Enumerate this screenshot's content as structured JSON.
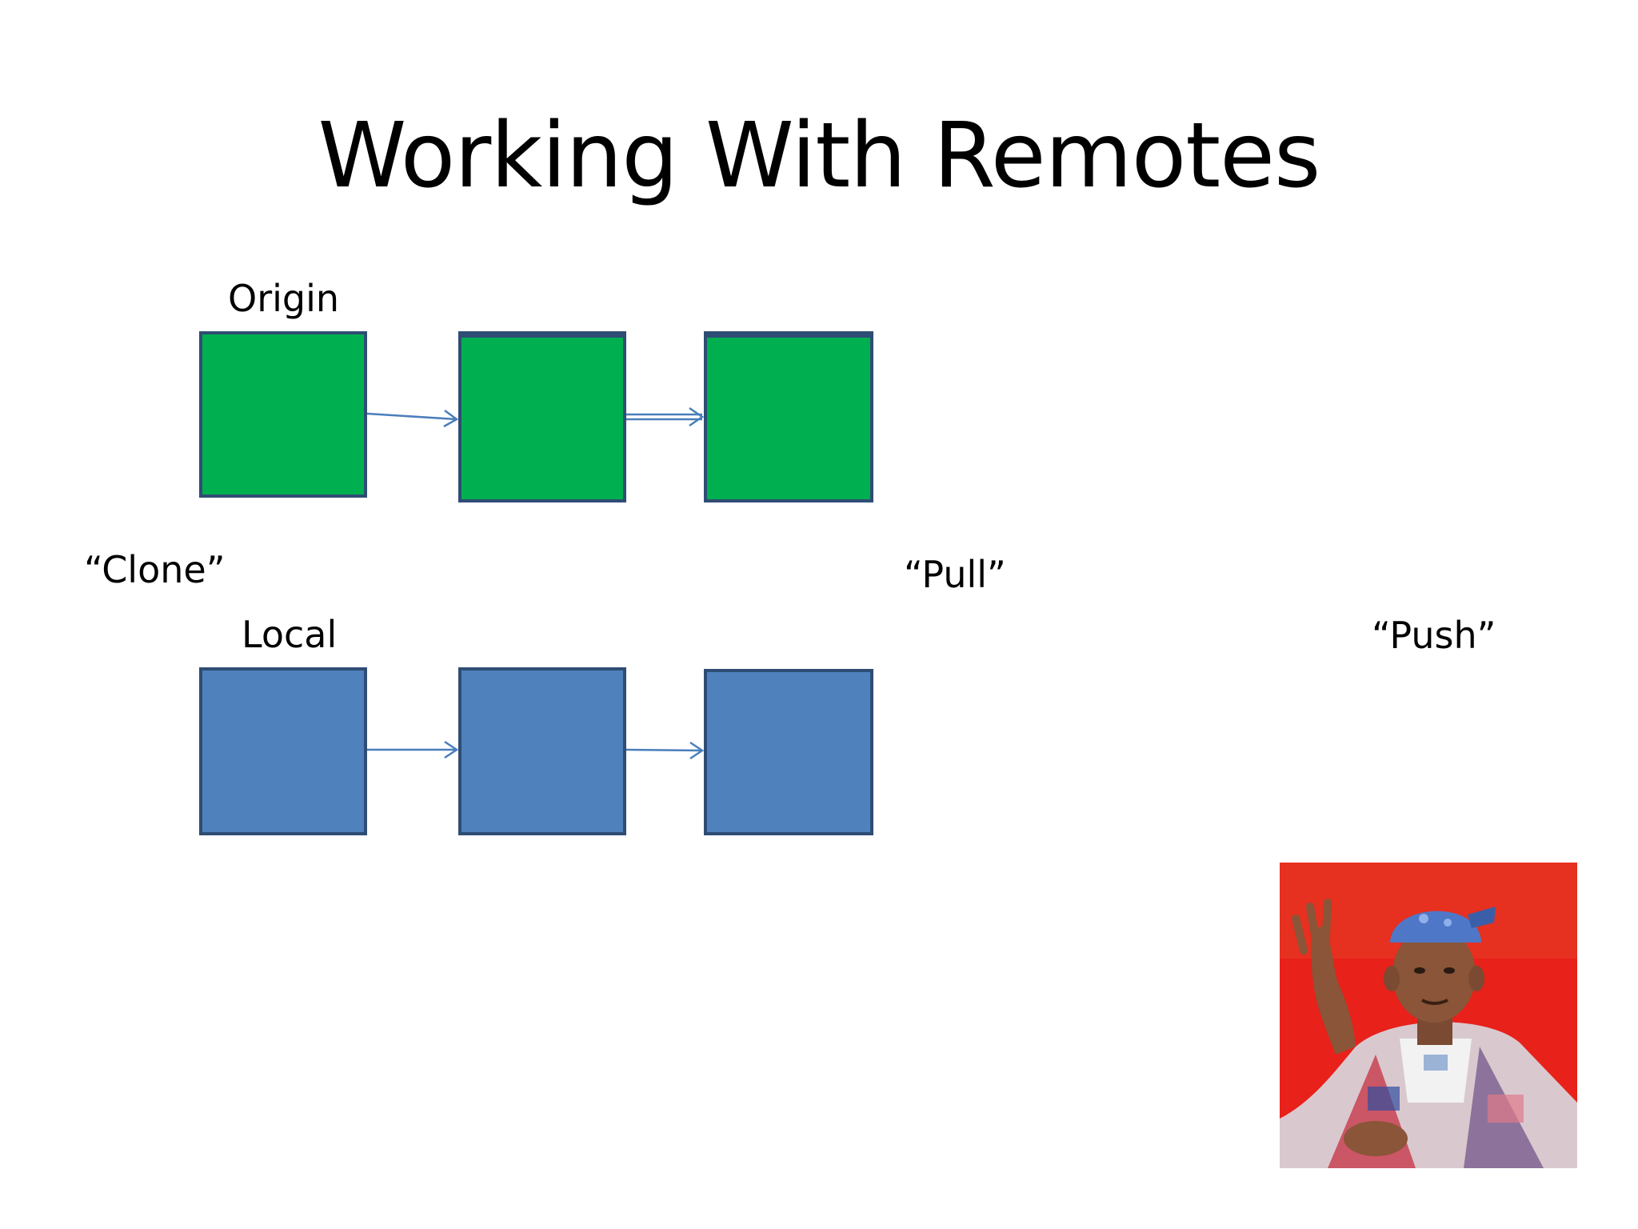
{
  "slide": {
    "title": "Working With Remotes"
  },
  "labels": {
    "origin": "Origin",
    "local": "Local",
    "clone": "“Clone”",
    "pull": "“Pull”",
    "push": "“Push”"
  },
  "colors": {
    "origin_commit": "#00b050",
    "local_commit": "#4f81bd",
    "commit_border": "#2f4d74",
    "arrow": "#4a7ebb",
    "photo_background": "#e8211b"
  },
  "diagram": {
    "origin_commits": 3,
    "local_commits": 3
  },
  "photo": {
    "description_icon": "person-photo-icon"
  }
}
